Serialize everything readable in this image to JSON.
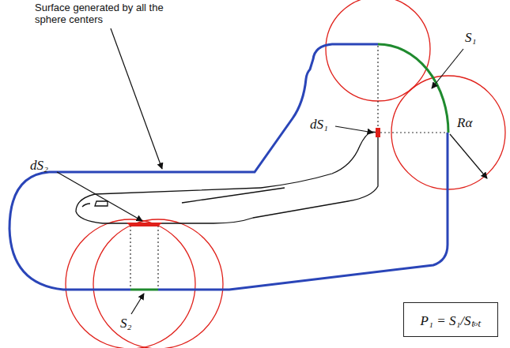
{
  "diagram": {
    "nodes": [
      {
        "text": [
          "P₁ = S₁/Sₜₒₜ"
        ]
      }
    ],
    "labels": [
      "Surface generated by all the sphere centers",
      "S₁",
      "dS₁",
      "Rα",
      "dS₂",
      "S₂"
    ]
  }
}
